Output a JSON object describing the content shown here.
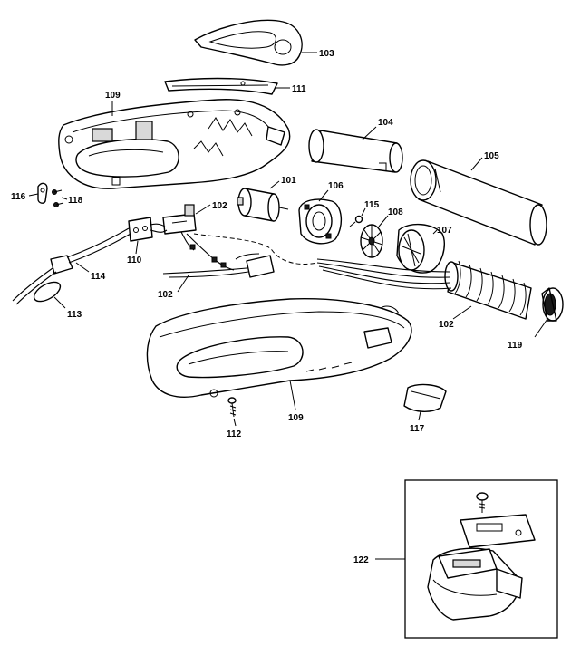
{
  "labels": {
    "l101": "101",
    "l102a": "102",
    "l102b": "102",
    "l102c": "102",
    "l103": "103",
    "l104": "104",
    "l105": "105",
    "l106": "106",
    "l107": "107",
    "l108": "108",
    "l109a": "109",
    "l109b": "109",
    "l110": "110",
    "l111": "111",
    "l112": "112",
    "l113": "113",
    "l114": "114",
    "l115": "115",
    "l116": "116",
    "l117": "117",
    "l118": "118",
    "l119": "119",
    "l122": "122"
  }
}
